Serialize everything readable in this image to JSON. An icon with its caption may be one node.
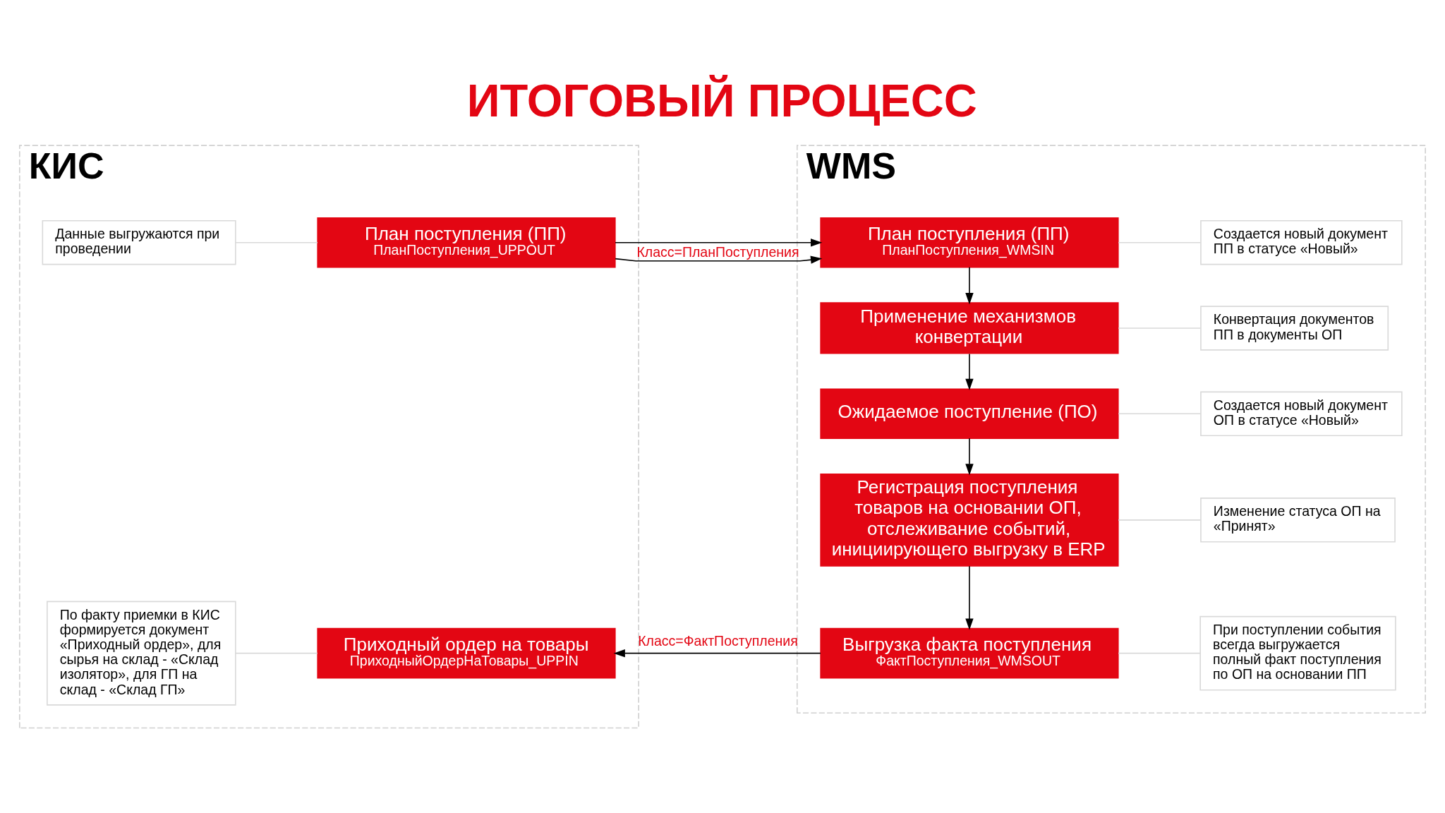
{
  "diagram": {
    "title": "ИТОГОВЫЙ ПРОЦЕСС",
    "nodes": [
      {
        "text": [
          "КИС"
        ]
      },
      {
        "text": [
          "WMS"
        ]
      },
      {
        "text": [
          "Данные выгружаются при проведении"
        ],
        "in": 0
      },
      {
        "text": [
          "План поступления (ПП)",
          "ПланПоступления_UPPOUT"
        ],
        "in": 0
      },
      {
        "text": [
          "По факту приемки в КИС формируется документ «Приходный ордер», для сырья на склад - «Склад изолятор», для ГП на склад - «Склад ГП»"
        ],
        "in": 0
      },
      {
        "text": [
          "Приходный ордер на товары",
          "ПриходныйОрдерНаТовары_UPPIN"
        ],
        "in": 0
      },
      {
        "text": [
          "План поступления (ПП)",
          "ПланПоступления_WMSIN"
        ],
        "in": 1
      },
      {
        "text": [
          "Создается новый документ ПП в статусе «Новый»"
        ],
        "in": 1
      },
      {
        "text": [
          "Применение механизмов конвертации"
        ],
        "in": 1
      },
      {
        "text": [
          "Конвертация документов ПП в документы ОП"
        ],
        "in": 1
      },
      {
        "text": [
          "Ожидаемое поступление (ПО)"
        ],
        "in": 1
      },
      {
        "text": [
          "Создается новый документ ОП в статусе «Новый»"
        ],
        "in": 1
      },
      {
        "text": [
          "Регистрация поступления товаров на основании ОП, отслеживание событий, инициирующего выгрузку в ERP"
        ],
        "in": 1
      },
      {
        "text": [
          "Изменение статуса ОП на «Принят»"
        ],
        "in": 1
      },
      {
        "text": [
          "Выгрузка факта поступления",
          "ФактПоступления_WMSOUT"
        ],
        "in": 1
      },
      {
        "text": [
          "При поступлении события всегда выгружается полный факт поступления по ОП на основании ПП"
        ],
        "in": 1
      }
    ],
    "edges": [
      {
        "from": 2,
        "to": 3,
        "arrow": "none"
      },
      {
        "from": 3,
        "to": 6,
        "arrow": "to",
        "label": "Класс=ПланПоступления",
        "color": "#000000"
      },
      {
        "from": 6,
        "to": 7,
        "arrow": "none"
      },
      {
        "from": 6,
        "to": 8,
        "arrow": "to",
        "color": "#000000"
      },
      {
        "from": 8,
        "to": 9,
        "arrow": "none"
      },
      {
        "from": 8,
        "to": 10,
        "arrow": "to",
        "color": "#000000"
      },
      {
        "from": 10,
        "to": 11,
        "arrow": "none"
      },
      {
        "from": 10,
        "to": 12,
        "arrow": "to",
        "color": "#000000"
      },
      {
        "from": 12,
        "to": 13,
        "arrow": "none"
      },
      {
        "from": 12,
        "to": 14,
        "arrow": "to",
        "color": "#000000"
      },
      {
        "from": 14,
        "to": 15,
        "arrow": "none"
      },
      {
        "from": 14,
        "to": 5,
        "arrow": "to",
        "label": "Класс=ФактПоступления",
        "color": "#000000"
      },
      {
        "from": 4,
        "to": 5,
        "arrow": "none"
      }
    ]
  }
}
